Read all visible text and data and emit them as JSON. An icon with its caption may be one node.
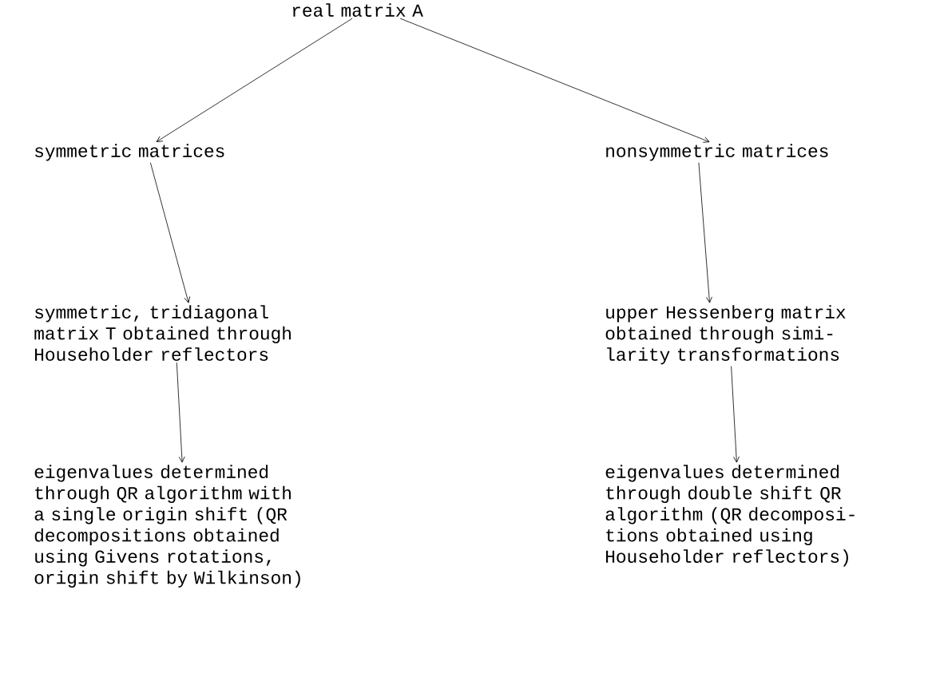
{
  "diagram": {
    "nodes": [
      {
        "text": [
          "real matrix A"
        ]
      },
      {
        "text": [
          "symmetric matrices"
        ]
      },
      {
        "text": [
          "nonsymmetric matrices"
        ]
      },
      {
        "text": [
          "symmetric, tridiagonal matrix T obtained through Householder reflectors"
        ]
      },
      {
        "text": [
          "upper Hessenberg matrix obtained through simi- larity transformations"
        ]
      },
      {
        "text": [
          "eigenvalues determined through QR algorithm with a single origin shift (QR decompositions obtained using Givens rotations, origin shift by Wilkinson)"
        ]
      },
      {
        "text": [
          "eigenvalues determined through double shift QR algorithm (QR decomposi- tions obtained using Householder reflectors)"
        ]
      }
    ],
    "edges": [
      {
        "from": 0,
        "to": 1,
        "arrow": "to"
      },
      {
        "from": 0,
        "to": 2,
        "arrow": "to"
      },
      {
        "from": 1,
        "to": 3,
        "arrow": "to"
      },
      {
        "from": 3,
        "to": 5,
        "arrow": "to"
      },
      {
        "from": 2,
        "to": 4,
        "arrow": "to"
      },
      {
        "from": 4,
        "to": 6,
        "arrow": "to"
      }
    ]
  }
}
